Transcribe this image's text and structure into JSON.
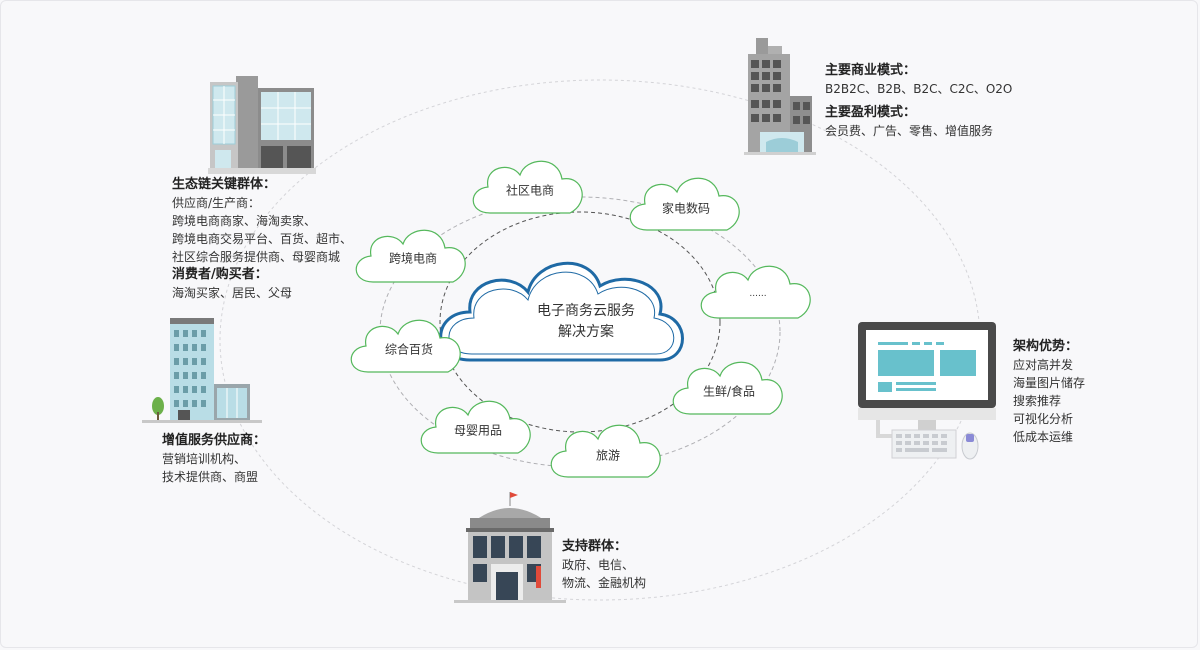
{
  "center": {
    "line1": "电子商务云服务",
    "line2": "解决方案"
  },
  "clouds": {
    "shequ": "社区电商",
    "jiadian": "家电数码",
    "more": "......",
    "kuajing": "跨境电商",
    "zonghe": "综合百货",
    "shengxian": "生鲜/食品",
    "muying": "母婴用品",
    "lvyou": "旅游"
  },
  "ecosystem": {
    "heading": "生态链关键群体：",
    "supplier_label": "供应商/生产商：",
    "supplier_lines": [
      "跨境电商商家、海淘卖家、",
      "跨境电商交易平台、百货、超市、",
      "社区综合服务提供商、母婴商城"
    ],
    "consumer_heading": "消费者/购买者：",
    "consumer_line": "海淘买家、居民、父母"
  },
  "business": {
    "model_heading": "主要商业模式：",
    "model_line": "B2B2C、B2B、B2C、C2C、O2O",
    "profit_heading": "主要盈利模式：",
    "profit_line": "会员费、广告、零售、增值服务"
  },
  "value_added": {
    "heading": "增值服务供应商：",
    "lines": [
      "营销培训机构、",
      "技术提供商、商盟"
    ]
  },
  "architecture": {
    "heading": "架构优势：",
    "lines": [
      "应对高并发",
      "海量图片储存",
      "搜索推荐",
      "可视化分析",
      "低成本运维"
    ]
  },
  "support": {
    "heading": "支持群体：",
    "lines": [
      "政府、电信、",
      "物流、金融机构"
    ]
  },
  "colors": {
    "cloud_stroke": "#55b85c",
    "center_stroke": "#1f6aa5",
    "building_gray": "#8e8e8e",
    "glass_blue": "#b9dde6",
    "monitor_teal": "#68c1cc"
  }
}
